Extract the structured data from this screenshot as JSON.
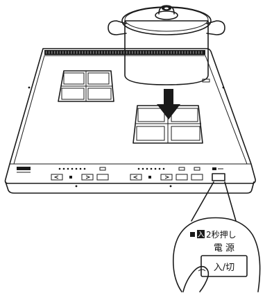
{
  "callout": {
    "hold_label": "2秒押し",
    "button_caption": "電 源",
    "button_label": "入/切",
    "enter_glyph": "入"
  }
}
